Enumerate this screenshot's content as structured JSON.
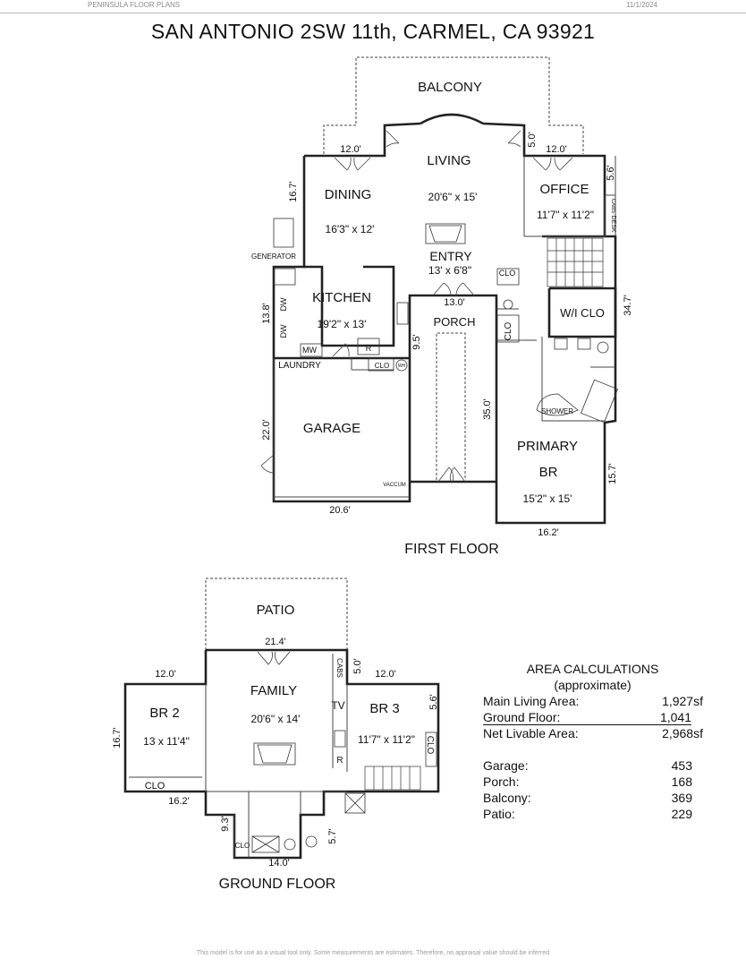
{
  "header": {
    "left": "PENINSULA FLOOR PLANS",
    "right": "11/1/2024"
  },
  "title": "SAN ANTONIO 2SW 11th, CARMEL, CA  93921",
  "first_floor": {
    "label": "FIRST FLOOR",
    "balcony": "BALCONY",
    "living": "LIVING",
    "living_dim": "20'6\" x 15'",
    "dining": "DINING",
    "dining_dim": "16'3\" x 12'",
    "office": "OFFICE",
    "office_dim": "11'7\" x 11'2\"",
    "entry": "ENTRY",
    "entry_dim": "13' x 6'8\"",
    "kitchen": "KITCHEN",
    "kitchen_dim": "19'2\" x 13'",
    "porch": "PORCH",
    "wi_clo": "W/I CLO",
    "garage": "GARAGE",
    "laundry": "LAUNDRY",
    "primary": "PRIMARY",
    "br": "BR",
    "primary_dim": "15'2\" x 15'",
    "shower": "SHOWER",
    "generator": "GENERATOR",
    "vaccum": "VACCUM",
    "clo": "CLO",
    "dw": "DW",
    "mw": "MW",
    "r": "R",
    "wh": "WH",
    "cabs": "CABS",
    "desk": "DESK",
    "dims": {
      "d12a": "12.0'",
      "d5": "5.0'",
      "d12b": "12.0'",
      "d167": "16.7'",
      "d56": "5.6'",
      "d138": "13.8'",
      "d130": "13.0'",
      "d347": "34.7'",
      "d95": "9.5'",
      "d350": "35.0'",
      "d220": "22.0'",
      "d206": "20.6'",
      "d157": "15.7'",
      "d162": "16.2'"
    }
  },
  "ground_floor": {
    "label": "GROUND FLOOR",
    "patio": "PATIO",
    "family": "FAMILY",
    "family_dim": "20'6\" x 14'",
    "br2": "BR 2",
    "br2_dim": "13 x 11'4\"",
    "br3": "BR 3",
    "br3_dim": "11'7\" x 11'2\"",
    "tv": "TV",
    "cabs": "CABS",
    "clo": "CLO",
    "r": "R",
    "dims": {
      "d214": "21.4'",
      "d12a": "12.0'",
      "d5": "5.0'",
      "d12b": "12.0'",
      "d56": "5.6'",
      "d167": "16.7'",
      "d162": "16.2'",
      "d93": "9.3'",
      "d57": "5.7'",
      "d140": "14.0'"
    }
  },
  "area_calculations": {
    "heading": "AREA CALCULATIONS",
    "subheading": "(approximate)",
    "rows": [
      {
        "label": "Main Living Area:",
        "value": "1,927sf"
      },
      {
        "label": "Ground Floor:",
        "value": "1,041"
      },
      {
        "label": "Net Livable Area:",
        "value": "2,968sf"
      }
    ],
    "rows2": [
      {
        "label": "Garage:",
        "value": "453"
      },
      {
        "label": "Porch:",
        "value": "168"
      },
      {
        "label": "Balcony:",
        "value": "369"
      },
      {
        "label": "Patio:",
        "value": "229"
      }
    ]
  },
  "footer": "This model is for use as a visual tool only. Some measurements are estimates. Therefore, no appraisal value should be inferred"
}
